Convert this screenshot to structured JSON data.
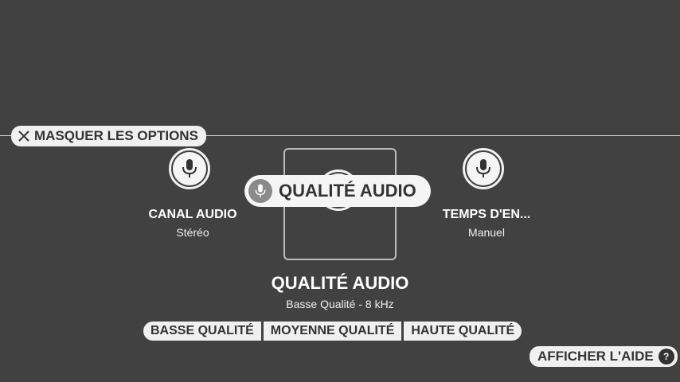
{
  "toolbar": {
    "hide_options_label": "MASQUER LES OPTIONS",
    "help_label": "AFFICHER L'AIDE",
    "help_icon_glyph": "?"
  },
  "options": {
    "left": {
      "label": "CANAL AUDIO",
      "value": "Stéréo",
      "icon": "microphone-icon"
    },
    "center": {
      "label": "QUALITÉ AUDIO",
      "icon": "microphone-icon"
    },
    "right": {
      "label": "TEMPS D'EN...",
      "value": "Manuel",
      "icon": "microphone-icon"
    }
  },
  "selected": {
    "title": "QUALITÉ AUDIO",
    "subtitle": "Basse Qualité - 8 kHz",
    "choices": [
      "BASSE QUALITÉ",
      "MOYENNE QUALITÉ",
      "HAUTE QUALITÉ"
    ]
  },
  "colors": {
    "background": "#414141",
    "pill": "#f0f0f0",
    "pill_text": "#333333"
  }
}
